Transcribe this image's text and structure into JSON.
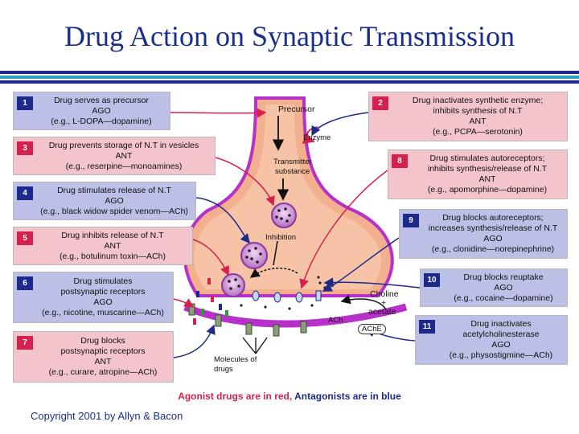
{
  "title": "Drug Action on Synaptic Transmission",
  "colors": {
    "agonist": "#d6204d",
    "antagonist": "#1d2a8c",
    "neuron": "#f2b08e",
    "membrane": "#b730c9"
  },
  "boxes": [
    {
      "num": "1",
      "lines": [
        "Drug serves as precursor",
        "AGO",
        "(e.g., L-DOPA—dopamine)"
      ]
    },
    {
      "num": "2",
      "lines": [
        "Drug inactivates synthetic enzyme;",
        "inhibits synthesis of N.T",
        "ANT",
        "(e.g., PCPA—serotonin)"
      ]
    },
    {
      "num": "3",
      "lines": [
        "Drug prevents storage of N.T in vesicles",
        "ANT",
        "(e.g., reserpine—monoamines)"
      ]
    },
    {
      "num": "8",
      "lines": [
        "Drug stimulates autoreceptors;",
        "inhibits synthesis/release of N.T",
        "ANT",
        "(e.g., apomorphine—dopamine)"
      ]
    },
    {
      "num": "4",
      "lines": [
        "Drug stimulates release of N.T",
        "AGO",
        "(e.g., black widow spider venom—ACh)"
      ]
    },
    {
      "num": "9",
      "lines": [
        "Drug blocks autoreceptors;",
        "increases synthesis/release of N.T",
        "AGO",
        "(e.g., clonidine—norepinephrine)"
      ]
    },
    {
      "num": "5",
      "lines": [
        "Drug inhibits release of N.T",
        "ANT",
        "(e.g., botulinum toxin—ACh)"
      ]
    },
    {
      "num": "10",
      "lines": [
        "Drug blocks reuptake",
        "AGO",
        "(e.g., cocaine—dopamine)"
      ]
    },
    {
      "num": "6",
      "lines": [
        "Drug stimulates",
        "postsynaptic receptors",
        "AGO",
        "(e.g., nicotine, muscarine—ACh)"
      ]
    },
    {
      "num": "11",
      "lines": [
        "Drug inactivates",
        "acetylcholinesterase",
        "AGO",
        "(e.g., physostigmine—ACh)"
      ]
    },
    {
      "num": "7",
      "lines": [
        "Drug blocks",
        "postsynaptic receptors",
        "ANT",
        "(e.g., curare, atropine—ACh)"
      ]
    }
  ],
  "diagram_labels": {
    "precursor": "Precursor",
    "enzyme": "Enzyme",
    "transmitter": "Transmitter",
    "substance": "substance",
    "inhibition": "Inhibition",
    "choline": "Choline",
    "plus": "+",
    "acetate": "acetate",
    "ach": "ACh",
    "ache": "AChE",
    "molecules": "Molecules of",
    "drugs": "drugs"
  },
  "footer": {
    "agonist_text": "Agonist drugs are in red,",
    "antagonist_text": "Antagonists are in blue"
  },
  "copyright": "Copyright 2001 by Allyn & Bacon"
}
